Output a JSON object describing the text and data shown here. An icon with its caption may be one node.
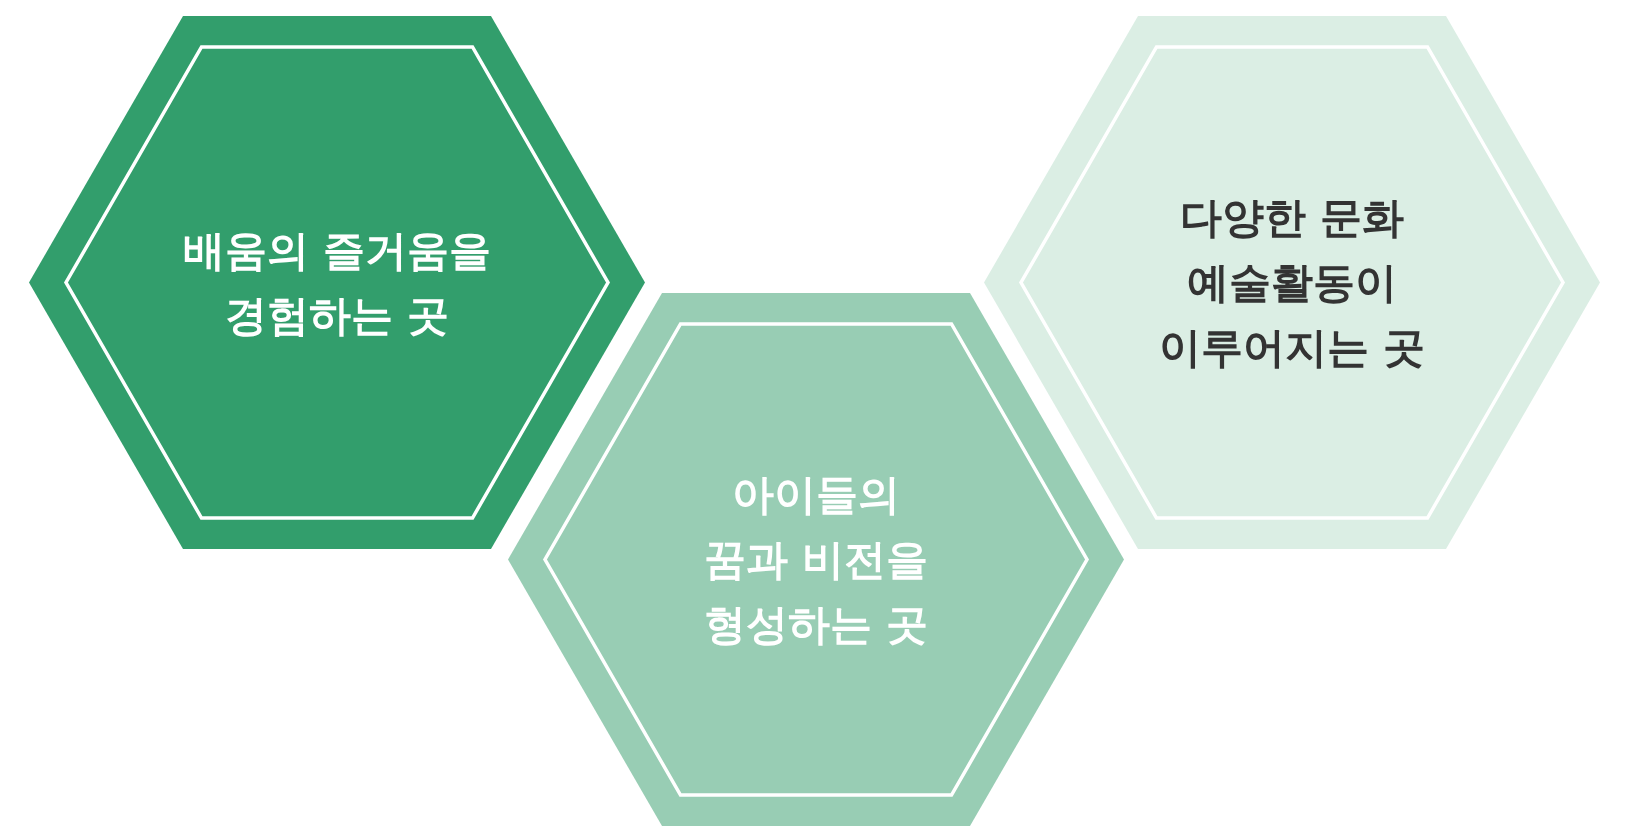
{
  "diagram": {
    "nodes": [
      {
        "text": [
          "배움의 즐거움을 경험하는 곳"
        ]
      },
      {
        "text": [
          "아이들의 꿈과 비전을 형성하는 곳"
        ]
      },
      {
        "text": [
          "다양한 문화 예술활동이 이루어지는 곳"
        ]
      }
    ]
  }
}
